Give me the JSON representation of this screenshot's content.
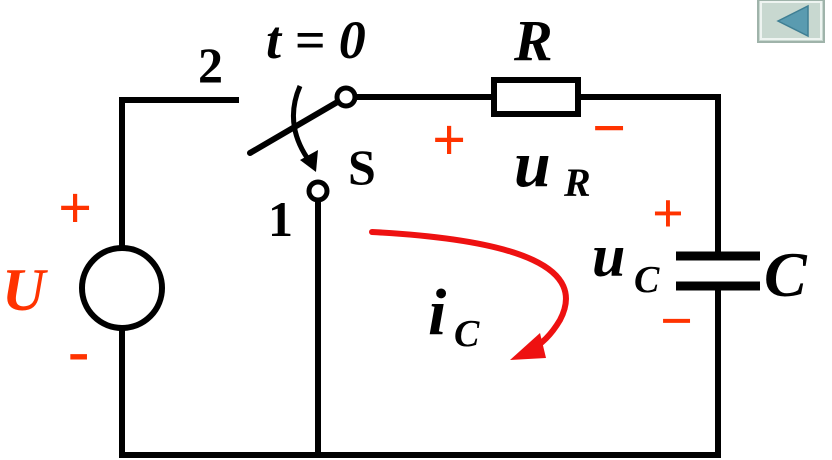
{
  "diagram": {
    "labels": {
      "switch_time": "t = 0",
      "switch_name": "S",
      "switch_pos_2": "2",
      "switch_pos_1": "1",
      "resistor": "R",
      "capacitor": "C",
      "source": "U",
      "ur_main": "u",
      "ur_sub": "R",
      "uc_main": "u",
      "uc_sub": "C",
      "ic_main": "i",
      "ic_sub": "C"
    },
    "polarity": {
      "source_plus": "+",
      "source_minus": "-",
      "ur_plus": "+",
      "ur_minus": "−",
      "uc_plus": "+",
      "uc_minus": "−"
    }
  },
  "nav": {
    "back_icon": "triangle-left-icon"
  },
  "colors": {
    "wire": "#000000",
    "accent": "#ff3300",
    "current_arrow": "#ee1111",
    "nav_bg": "#c8d8d0",
    "nav_border": "#9fb3aa",
    "nav_icon": "#5a9bb0"
  }
}
